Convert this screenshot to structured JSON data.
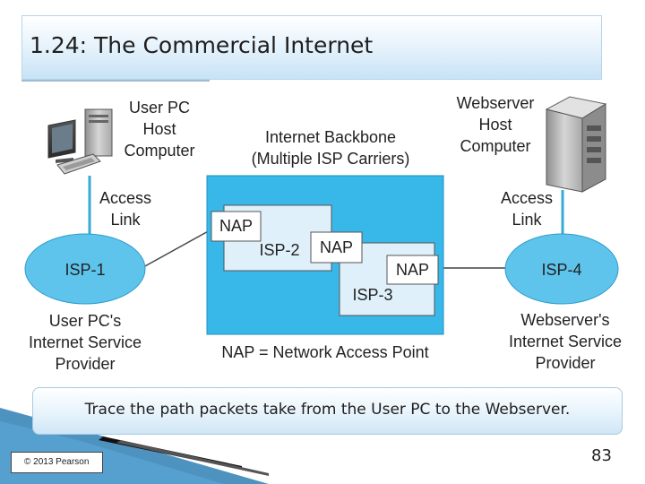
{
  "slide": {
    "title": "1.24: The Commercial Internet",
    "caption": "Trace the path packets take from the User PC to the Webserver.",
    "copyright": "© 2013 Pearson",
    "page_number": "83"
  },
  "diagram": {
    "user_pc_label": "User PC\nHost\nComputer",
    "webserver_label": "Webserver\nHost\nComputer",
    "backbone_label": "Internet Backbone\n(Multiple ISP Carriers)",
    "access_link_left": "Access\nLink",
    "access_link_right": "Access\nLink",
    "isp1": "ISP-1",
    "isp2": "ISP-2",
    "isp3": "ISP-3",
    "isp4": "ISP-4",
    "nap1": "NAP",
    "nap2": "NAP",
    "nap3": "NAP",
    "isp1_caption": "User PC's\nInternet Service\nProvider",
    "isp4_caption": "Webserver's\nInternet Service\nProvider",
    "nap_legend": "NAP = Network Access Point"
  },
  "colors": {
    "backbone_fill": "#37b8e8",
    "isp_box_fill": "#dff0fa",
    "ellipse_fill": "#5ec4ec",
    "access_line": "#3aa9d6"
  }
}
